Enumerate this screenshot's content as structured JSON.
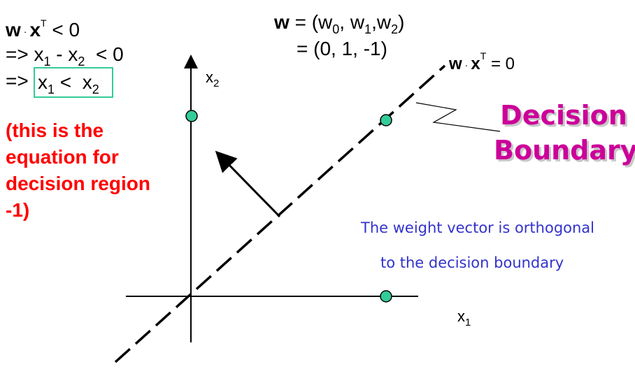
{
  "top_left": {
    "line1": {
      "w": "w",
      "x": "x",
      "T": "T",
      "rest": "< 0"
    },
    "line2": {
      "arrow": "=>",
      "x": "x",
      "sub1": "1",
      "minus": "-",
      "sub2": "2",
      "rest": "< 0"
    },
    "line3": {
      "arrow": "=>",
      "x": "x",
      "sub1": "1",
      "lt": "<",
      "sub2": "2"
    }
  },
  "red_note": "(this is the equation for decision region -1)",
  "weights": {
    "line1": {
      "w": "w",
      "open": "= (w",
      "s0": "0",
      "c1": ", w",
      "s1": "1",
      "c2": ",w",
      "s2": "2",
      "close": ")"
    },
    "line2": "= (0,  1,  -1)"
  },
  "boundary_eq": {
    "w": "w",
    "x": "x",
    "T": "T",
    "rest": "= 0"
  },
  "decision_boundary": {
    "line1": "Decision",
    "line2": "Boundary"
  },
  "note": {
    "line1": "The weight vector is orthogonal",
    "line2": "to the decision boundary"
  },
  "axes": {
    "x2": {
      "x": "x",
      "sub": "2"
    },
    "x1": {
      "x": "x",
      "sub": "1"
    }
  },
  "colors": {
    "point_fill": "#33cc99",
    "box_border": "#33cc99",
    "red": "#ff0000",
    "magenta": "#cc0099",
    "blue": "#3333cc"
  }
}
